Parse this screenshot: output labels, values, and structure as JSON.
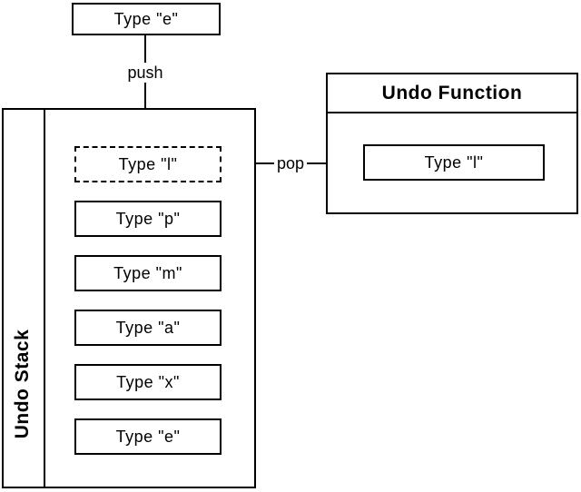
{
  "diagram": {
    "background_color": "#ffffff",
    "line_color": "#000000",
    "input_box": {
      "label": "Type \"e\""
    },
    "edges": {
      "push_label": "push",
      "pop_label": "pop"
    },
    "stack": {
      "title": "Undo Stack",
      "items": [
        {
          "label": "Type \"l\"",
          "border": "dashed"
        },
        {
          "label": "Type \"p\"",
          "border": "solid"
        },
        {
          "label": "Type \"m\"",
          "border": "solid"
        },
        {
          "label": "Type \"a\"",
          "border": "solid"
        },
        {
          "label": "Type \"x\"",
          "border": "solid"
        },
        {
          "label": "Type \"e\"",
          "border": "solid"
        }
      ]
    },
    "function_box": {
      "title": "Undo Function",
      "item": {
        "label": "Type \"l\""
      }
    }
  }
}
